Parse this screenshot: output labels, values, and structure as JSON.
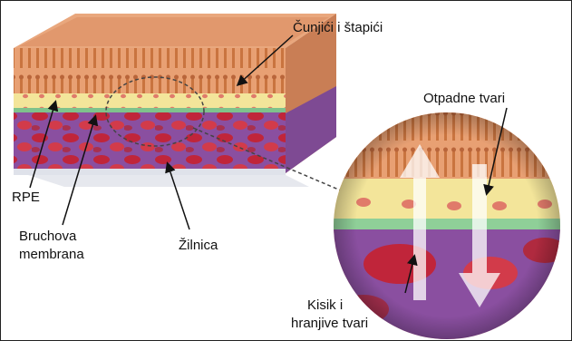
{
  "labels": {
    "photoreceptors": "Čunjići i štapići",
    "waste": "Otpadne tvari",
    "rpe": "RPE",
    "bruch_line1": "Bruchova",
    "bruch_line2": "membrana",
    "choroid": "Žilnica",
    "oxygen_line1": "Kisik i",
    "oxygen_line2": "hranjive tvari"
  }
}
